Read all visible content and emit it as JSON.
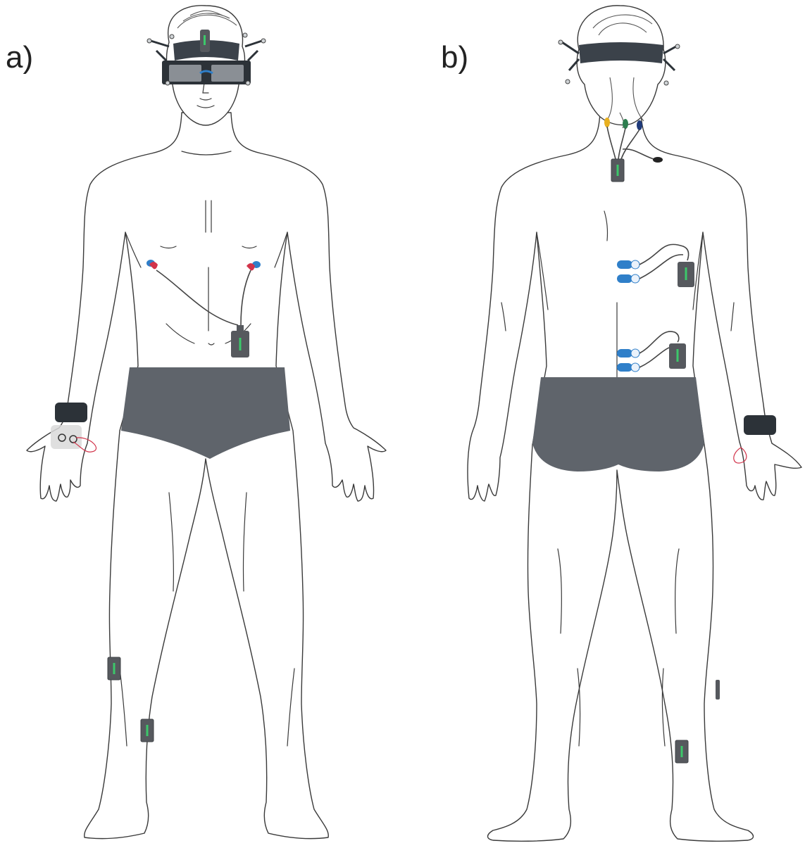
{
  "panels": [
    {
      "id": "front",
      "label": "a)"
    },
    {
      "id": "back",
      "label": "b)"
    }
  ],
  "colors": {
    "garment": "#5f646b",
    "sensor": "#56595e",
    "sensor_led": "#3cc86a",
    "strap": "#3b424a",
    "electrode_blue": "#2f7fc9",
    "electrode_red": "#d2334a",
    "lead_yellow": "#e8b020",
    "lead_green": "#2e7d4f",
    "lead_navy": "#1f3a7a",
    "outline": "#3a3a3a"
  },
  "icons": [
    "eye-tracking-glasses-icon",
    "head-strap-icon",
    "wristband-icon",
    "ecg-electrode-icon",
    "emg-electrode-icon",
    "imu-sensor-icon",
    "eeg-lead-icon"
  ]
}
